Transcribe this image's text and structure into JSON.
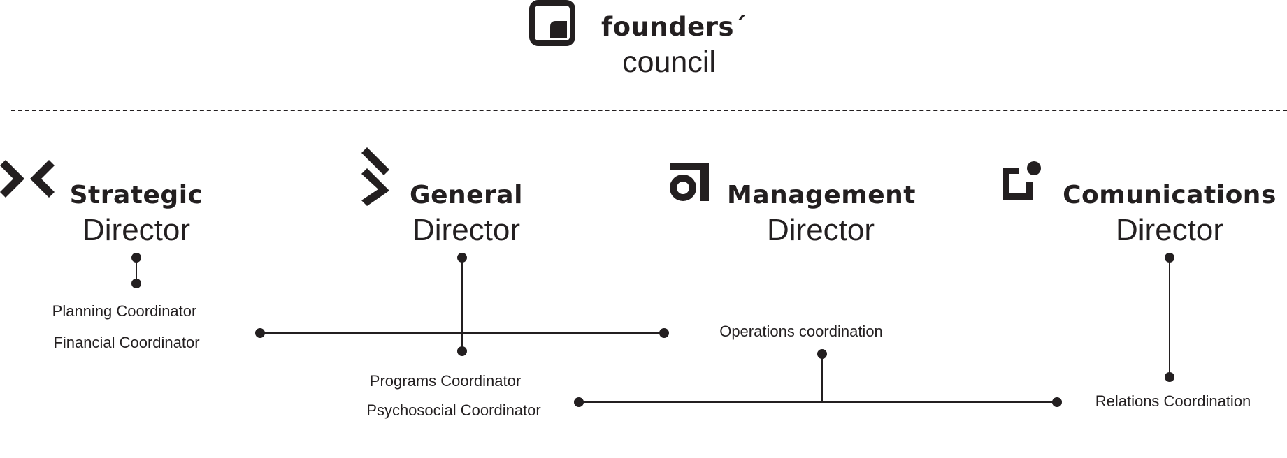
{
  "header": {
    "title_bold": "founders´",
    "title_light": "council"
  },
  "directors": [
    {
      "icon": "strategic-icon",
      "name": "Strategic",
      "role": "Director"
    },
    {
      "icon": "general-icon",
      "name": "General",
      "role": "Director"
    },
    {
      "icon": "management-icon",
      "name": "Management",
      "role": "Director"
    },
    {
      "icon": "communications-icon",
      "name": "Comunications",
      "role": "Director"
    }
  ],
  "coordinators": {
    "planning": "Planning Coordinator",
    "financial": "Financial Coordinator",
    "programs": "Programs Coordinator",
    "psychosocial": "Psychosocial Coordinator",
    "operations": "Operations coordination",
    "relations": "Relations Coordination"
  },
  "colors": {
    "ink": "#231f20",
    "background": "#ffffff"
  }
}
